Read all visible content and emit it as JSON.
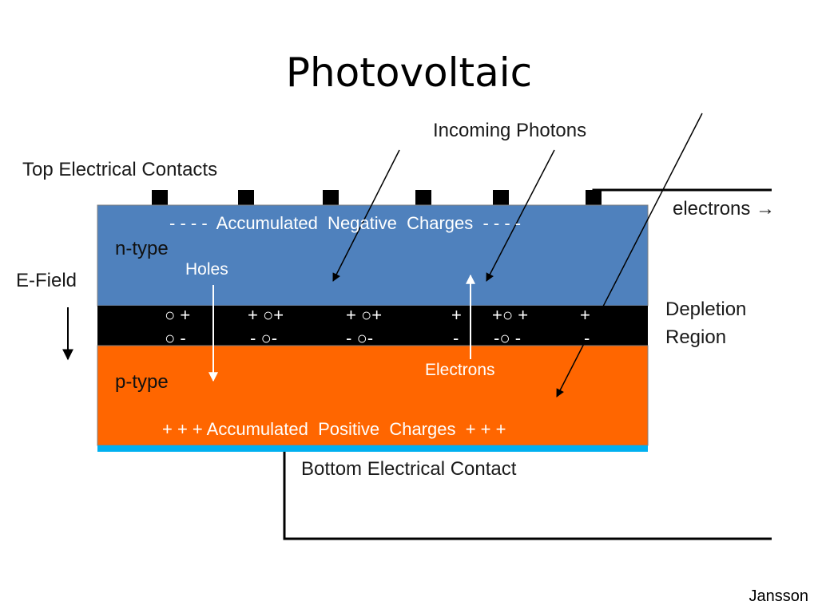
{
  "title": "Photovoltaic",
  "labels": {
    "top_contacts": "Top Electrical Contacts",
    "incoming_photons": "Incoming Photons",
    "electrons_out": "electrons →",
    "e_field": "E-Field",
    "n_type": "n-type",
    "p_type": "p-type",
    "holes": "Holes",
    "electrons": "Electrons",
    "depletion_line1": "Depletion",
    "depletion_line2": "Region",
    "accumulated_negative": "- - - -  Accumulated  Negative  Charges  - - - -",
    "accumulated_positive": "+ + + Accumulated  Positive  Charges  + + +",
    "bottom_contact": "Bottom Electrical Contact"
  },
  "depletion_charges": {
    "top_row": [
      {
        "text": "○  +",
        "kind": "hole"
      },
      {
        "text": "+  ○+",
        "kind": "hole"
      },
      {
        "text": "+  ○+",
        "kind": "hole"
      },
      {
        "text": "+",
        "kind": "plus"
      },
      {
        "text": "+○  +",
        "kind": "hole"
      },
      {
        "text": "+",
        "kind": "plus"
      }
    ],
    "bottom_row": [
      {
        "text": "○  -",
        "kind": "electron"
      },
      {
        "text": "-  ○-",
        "kind": "electron"
      },
      {
        "text": "-  ○-",
        "kind": "electron"
      },
      {
        "text": "-",
        "kind": "minus"
      },
      {
        "text": "-○  -",
        "kind": "electron"
      },
      {
        "text": "-",
        "kind": "minus"
      }
    ]
  },
  "colors": {
    "n_type": "#4f81bd",
    "depletion": "#000000",
    "p_type": "#ff6600",
    "bottom_contact": "#00b0f0",
    "contacts": "#000000"
  },
  "author": "Jansson"
}
